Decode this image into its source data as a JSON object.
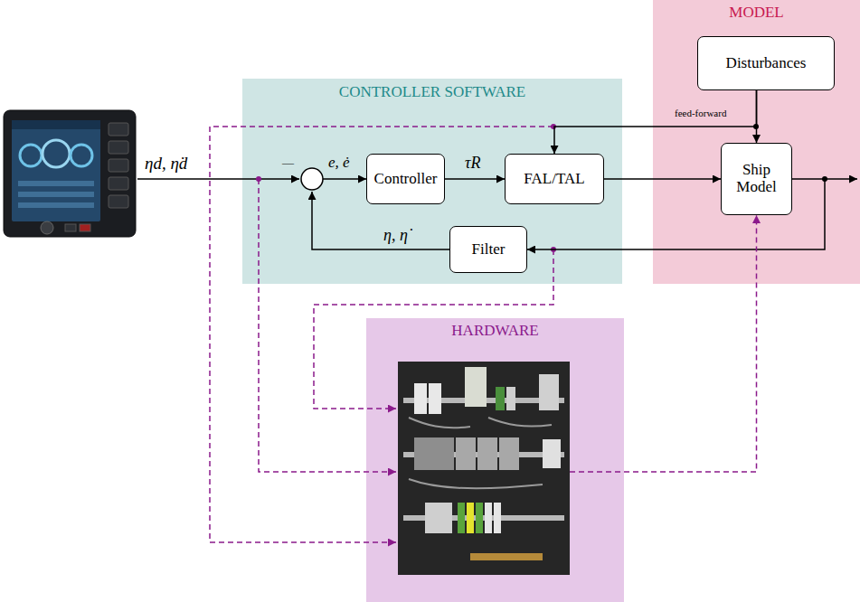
{
  "diagram": {
    "nodes": [
      {
        "text": [
          "CONTROLLER SOFTWARE"
        ]
      },
      {
        "text": [
          "Controller"
        ],
        "in": 0
      },
      {
        "text": [
          "FAL/TAL"
        ],
        "in": 0
      },
      {
        "text": [
          "Filter"
        ],
        "in": 0
      },
      {
        "text": [
          "MODEL"
        ]
      },
      {
        "text": [
          "Disturbances"
        ],
        "in": 4
      },
      {
        "text": [
          "Ship Model"
        ],
        "in": 4
      },
      {
        "text": [
          "HARDWARE"
        ]
      }
    ],
    "edges": [
      {
        "from": 1,
        "to": 2,
        "arrow": "to",
        "label": "τR"
      },
      {
        "from": 2,
        "to": 6,
        "arrow": "to"
      },
      {
        "from": 5,
        "to": 6,
        "arrow": "to"
      },
      {
        "from": 5,
        "to": 2,
        "arrow": "to",
        "label": "feed-forward"
      },
      {
        "from": 6,
        "to": 3,
        "arrow": "to"
      },
      {
        "from": 7,
        "to": 6,
        "arrow": "to"
      }
    ],
    "labels": [
      "ηd, η̇d",
      "—",
      "e, ė",
      "η, η̇"
    ]
  }
}
